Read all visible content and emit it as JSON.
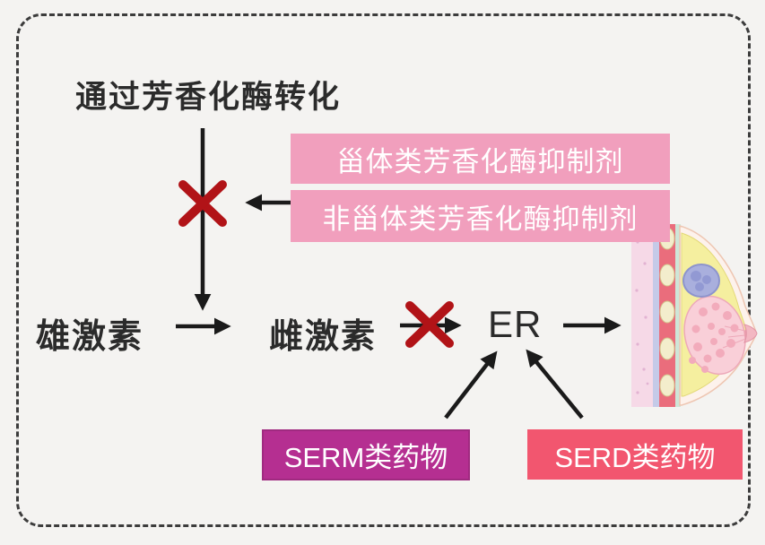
{
  "diagram": {
    "title": "通过芳香化酶转化",
    "nodes": {
      "androgen": "雄激素",
      "estrogen": "雌激素",
      "er": "ER"
    },
    "inhibitor_boxes": [
      {
        "label": "甾体类芳香化酶抑制剂",
        "color": "#f19fbd"
      },
      {
        "label": "非甾体类芳香化酶抑制剂",
        "color": "#f19fbd"
      }
    ],
    "drug_boxes": [
      {
        "label": "SERM类药物",
        "color": "#b52f91"
      },
      {
        "label": "SERD类药物",
        "color": "#f2566f"
      }
    ],
    "colors": {
      "blocked_x": "#b11317",
      "arrow": "#1a1a1a",
      "frame_border": "#3c3c3c",
      "background": "#f4f3f1"
    },
    "illustration": "breast-anatomy-cross-section"
  }
}
